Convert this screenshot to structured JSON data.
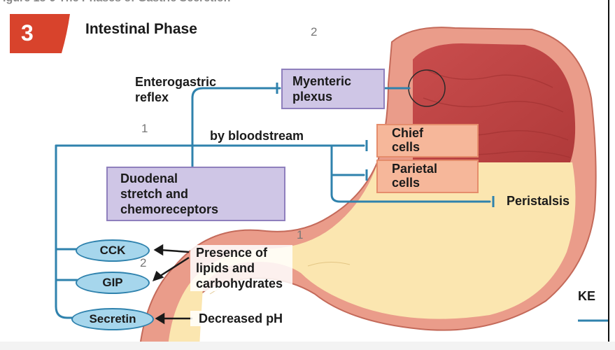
{
  "header": {
    "cut_caption": "igure 18-9  The Phases of Gastric Secretion",
    "badge_number": "3",
    "title": "Intestinal Phase"
  },
  "nodes": {
    "enterogastric_reflex": [
      "Enterogastric",
      "reflex"
    ],
    "myenteric_plexus": [
      "Myenteric",
      "plexus"
    ],
    "by_bloodstream": "by bloodstream",
    "chief_cells": [
      "Chief",
      "cells"
    ],
    "parietal_cells": [
      "Parietal",
      "cells"
    ],
    "duodenal": [
      "Duodenal",
      "stretch and",
      "chemoreceptors"
    ],
    "peristalsis": "Peristalsis",
    "cck": "CCK",
    "gip": "GIP",
    "secretin": "Secretin",
    "presence": [
      "Presence of",
      "lipids and",
      "carbohydrates"
    ],
    "decreased_ph": "Decreased pH",
    "key_partial": "KE"
  },
  "handwritten_marks": [
    "2",
    "1",
    "2",
    "1"
  ],
  "colors": {
    "badge": "#d8432c",
    "arrow": "#2f82ad",
    "purple_fill": "#cfc6e6",
    "orange_fill": "#f6b79a",
    "oval_fill": "#a6d6ec",
    "stomach_wall": "#e89a88",
    "stomach_inner": "#c64a4a",
    "chyme": "#fbe6b0"
  }
}
